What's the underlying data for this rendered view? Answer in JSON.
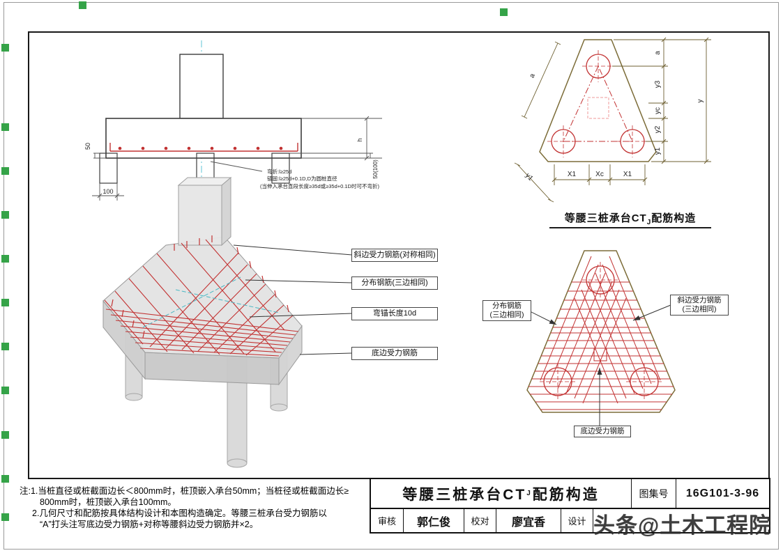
{
  "colors": {
    "rebar_red": "#c23232",
    "outline_olive": "#7c6c38",
    "centerline_teal": "#5fc6d6",
    "marker_green": "#35a348",
    "watermark_gray": "#2e2e2e"
  },
  "section_view": {
    "ann1": "弯折:l≥25d",
    "ann2": "锚固:l≥25d+0.1D,D为圆桩直径",
    "ann3": "(当伸入承台直段长度≥35d或≥35d+0.1D时可不弯折)",
    "dim_bottom": "100",
    "dim_left": "50",
    "dim_h": "h",
    "dim_embed": "50(100)"
  },
  "plan_top": {
    "caption_a": "等腰三桩承台CT",
    "caption_sub": "J",
    "caption_b": "配筋构造",
    "dims": {
      "a": "a",
      "y3": "y3",
      "yc": "yc",
      "y2": "y2",
      "y1": "y1",
      "y": "y",
      "x1_left": "X1",
      "xc": "Xc",
      "x1_right": "X1",
      "a_slant": "a",
      "y1_slant": "y1"
    }
  },
  "iso_labels": {
    "l1": "斜边受力钢筋(对称相同)",
    "l2": "分布钢筋(三边相同)",
    "l3": "弯锚长度10d",
    "l4": "底边受力钢筋"
  },
  "plan_bottom": {
    "left1": "分布钢筋",
    "left2": "(三边相同)",
    "right1": "斜边受力钢筋",
    "right2": "(三边相同)",
    "bottom": "底边受力钢筋"
  },
  "notes": {
    "line1": "注:1.当桩直径或桩截面边长＜800mm时，桩顶嵌入承台50mm；当桩径或桩截面边长≥",
    "line2": "800mm时，桩顶嵌入承台100mm。",
    "line3": "2.几何尺寸和配筋按具体结构设计和本图构造确定。等腰三桩承台受力钢筋以",
    "line4": "“A”打头注写底边受力钢筋+对称等腰斜边受力钢筋并×2。"
  },
  "title_block": {
    "title_a": "等腰三桩承台CT",
    "title_sub": "J",
    "title_b": "配筋构造",
    "atlas_label": "图集号",
    "atlas_no": "16G101-3-96",
    "reviewer_label": "审核",
    "reviewer": "郭仁俊",
    "checker_label": "校对",
    "checker": "廖宜香",
    "designer_label": "设计",
    "designer": ""
  },
  "watermark": {
    "text": "头条@土木工程院"
  }
}
